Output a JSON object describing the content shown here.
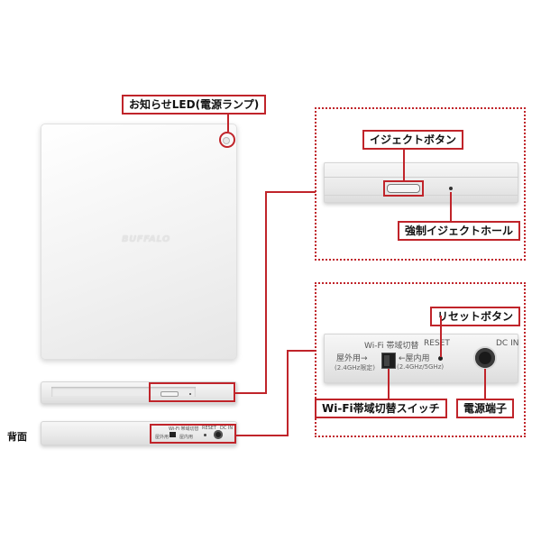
{
  "callouts": {
    "led": "お知らせLED(電源ランプ)",
    "eject_button": "イジェクトボタン",
    "force_eject": "強制イジェクトホール",
    "reset_button": "リセットボタン",
    "wifi_switch": "Wi-Fi帯域切替スイッチ",
    "power_port": "電源端子"
  },
  "back_label": "背面",
  "device": {
    "brand": "BUFFALO"
  },
  "back_panel": {
    "switch_title": "Wi-Fi 帯域切替",
    "reset": "RESET",
    "dc_in": "DC IN",
    "outdoor": "屋外用→",
    "outdoor_band": "(2.4GHz限定)",
    "indoor": "←屋内用",
    "indoor_band": "(2.4GHz/5GHz)"
  },
  "back_panel_small": {
    "switch_title": "Wi-Fi 帯域切替",
    "reset": "RESET",
    "dc_in": "DC IN",
    "outdoor": "屋外用",
    "indoor": "屋内用"
  },
  "colors": {
    "accent": "#c0242a"
  }
}
